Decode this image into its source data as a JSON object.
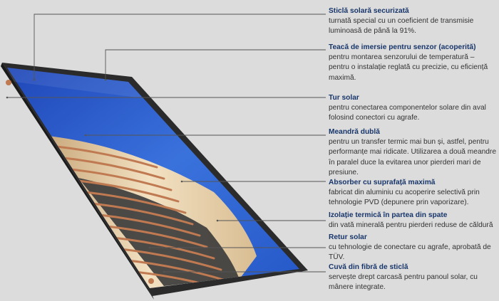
{
  "annotations": [
    {
      "id": "glass",
      "title": "Sticlă solară securizată",
      "description": "turnată special cu un coeficient de transmisie luminoasă de până la 91%."
    },
    {
      "id": "sensor",
      "title": "Teacă de imersie pentru senzor (acoperită)",
      "description": "pentru montarea senzorului de temperatură – pentru o instalație reglată cu precizie, cu eficiență maximă."
    },
    {
      "id": "flow",
      "title": "Tur solar",
      "description": "pentru conectarea componentelor solare din aval folosind conectori cu agrafe."
    },
    {
      "id": "meander",
      "title": "Meandră dublă",
      "description": "pentru un transfer termic mai bun și, astfel, pentru performanțe mai ridicate. Utilizarea a două meandre în paralel duce la evitarea unor pierderi mari de presiune."
    },
    {
      "id": "absorber",
      "title": "Absorber cu suprafață maximă",
      "description": "fabricat din aluminiu cu acoperire selectivă prin tehnologie PVD (depunere prin vaporizare)."
    },
    {
      "id": "insulation",
      "title": "Izolație termică în partea din spate",
      "description": "din vată minerală pentru pierderi reduse de căldură"
    },
    {
      "id": "return",
      "title": "Retur solar",
      "description": "cu tehnologie de conectare cu agrafe, aprobată de TÜV."
    },
    {
      "id": "tray",
      "title": "Cuvă din fibră de sticlă",
      "description": "servește drept carcasă pentru panoul solar, cu mânere integrate."
    }
  ],
  "colors": {
    "background": "#dcdcdc",
    "title_text": "#18366b",
    "body_text": "#333333",
    "leader_line": "#555555",
    "absorber_blue": "#2a5fd0",
    "frame": "#2b2b2b",
    "insulation": "#e6cfa6",
    "copper": "#c07a52"
  }
}
